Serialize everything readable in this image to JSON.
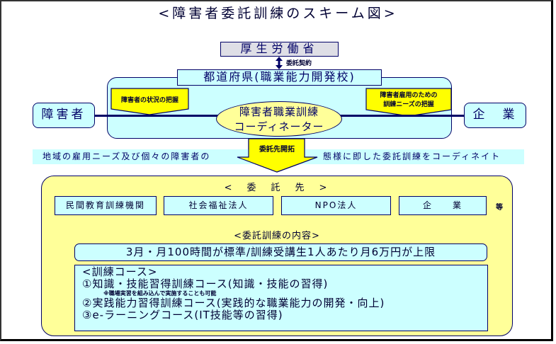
{
  "title": "<障害者委託訓練のスキーム図>",
  "ministry": "厚生労働省",
  "contract_label": "委託契約",
  "prefecture": "都道府県(職業能力開発校)",
  "left_party": "障害者",
  "right_party": "企　業",
  "left_callout": "障害者の状況の把握",
  "right_callout": [
    "障害者雇用のための",
    "訓練ニーズの把握"
  ],
  "coordinator": [
    "障害者職業訓練",
    "コーディネーター"
  ],
  "arrow_label": "委託先開拓",
  "band": {
    "left": "地域の雇用ニーズ及び個々の障害者の",
    "right": "態様に即した委託訓練をコーディネイト"
  },
  "entrust": {
    "heading": "<　委　託　先　>",
    "orgs": [
      "民間教育訓練機関",
      "社会福祉法人",
      "NPO法人",
      "企　　業"
    ],
    "etc": "等"
  },
  "content": {
    "heading": "<委託訓練の内容>",
    "standard": "3月・月100時間が標準/訓練受講生1人あたり月6万円が上限",
    "courses_title": "<訓練コース>",
    "courses": [
      {
        "label": "①知識・技能習得訓練コース(知識・技能の習得)",
        "note": "※職場実習を組み込んで実施することも可能"
      },
      {
        "label": "②実践能力習得訓練コース(実践的な職業能力の開発・向上)"
      },
      {
        "label": "③e-ラーニングコース(IT技能等の習得)"
      }
    ]
  },
  "colors": {
    "navy": "#000066",
    "cyan": "#ccffff",
    "yellow": "#ffff99",
    "callout_yellow": "#ffff00",
    "ministry_gray": "#dedee6"
  }
}
